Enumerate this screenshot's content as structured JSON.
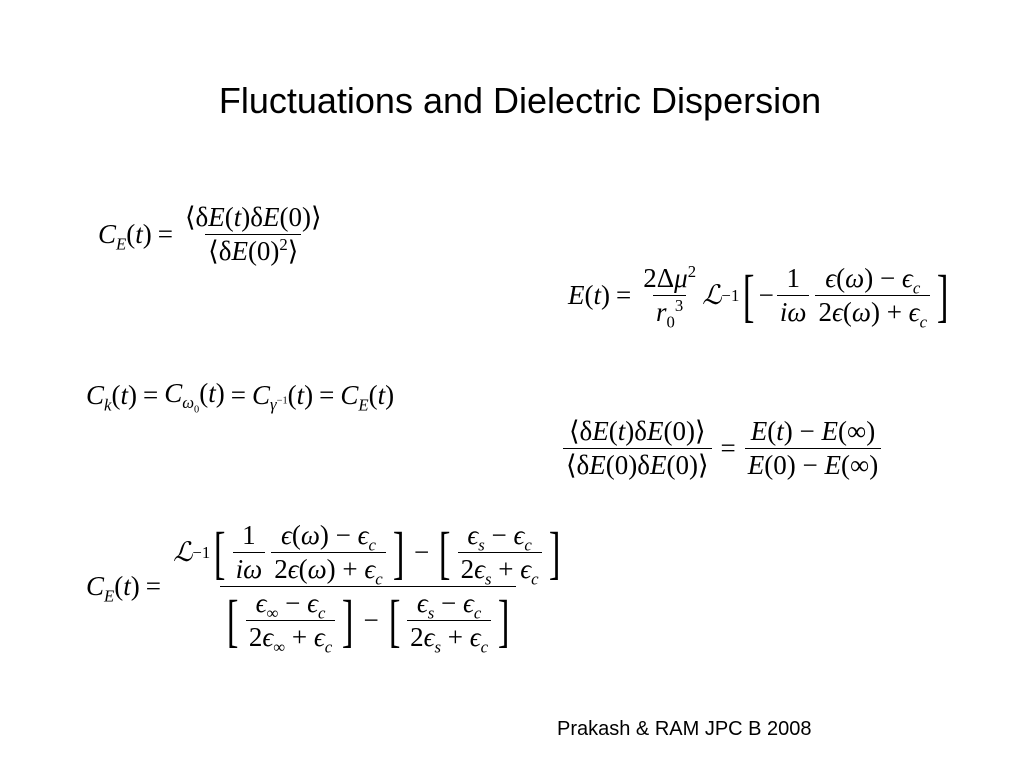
{
  "slide": {
    "title": "Fluctuations and Dielectric Dispersion",
    "citation": "Prakash & RAM JPC B 2008"
  },
  "equations": {
    "eq1": "C_E(t) = ⟨δE(t)δE(0)⟩ / ⟨δE(0)^2⟩",
    "eq2": "E(t) = (2Δμ^2 / r_0^3) ℒ^{-1}[ −(1/iω) (ε(ω) − ε_c)/(2ε(ω) + ε_c) ]",
    "eq3": "C_k(t) = C_{ω_0}(t) = C_{γ^{-1}}(t) = C_E(t)",
    "eq4": "⟨δE(t)δE(0)⟩/⟨δE(0)δE(0)⟩ = (E(t) − E(∞))/(E(0) − E(∞))",
    "eq5": "C_E(t) = { ℒ^{-1}[ (1/iω) (ε(ω) − ε_c)/(2ε(ω) + ε_c) ] − [ (ε_s − ε_c)/(2ε_s + ε_c) ] } / { [ (ε_∞ − ε_c)/(2ε_∞ + ε_c) ] − [ (ε_s − ε_c)/(2ε_s + ε_c) ] }"
  }
}
